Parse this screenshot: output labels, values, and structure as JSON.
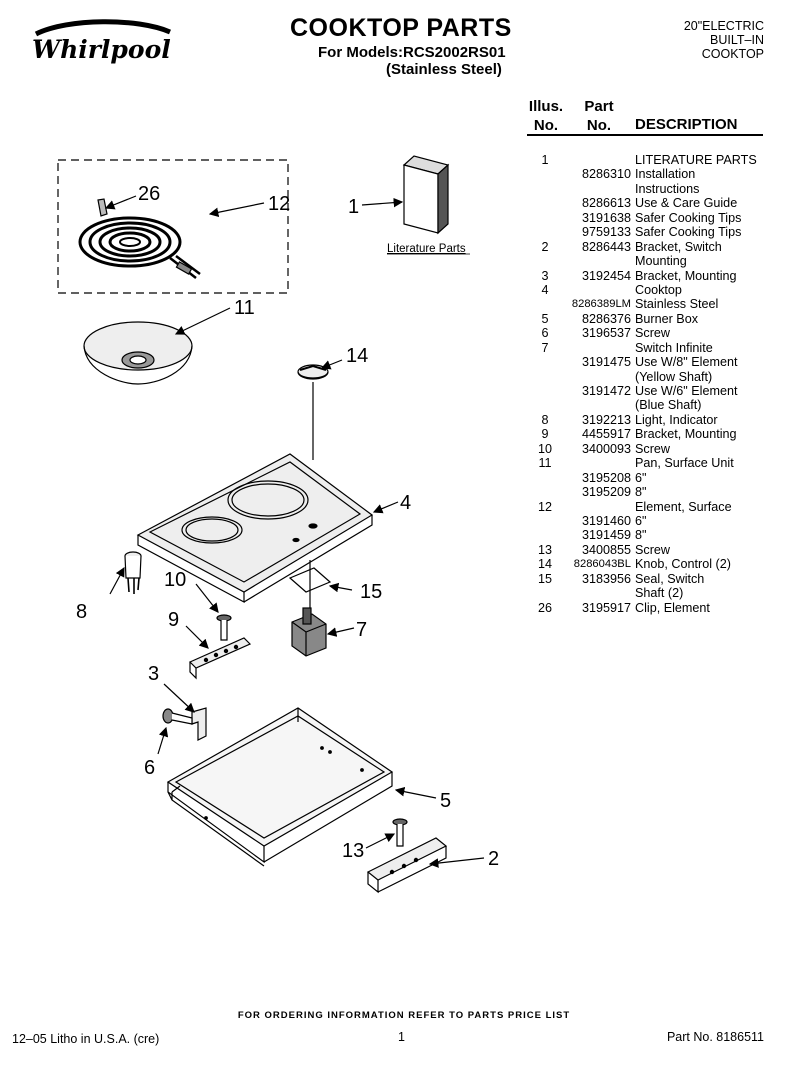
{
  "header": {
    "brand": "Whirlpool",
    "title": "COOKTOP PARTS",
    "subtitle_line1": "For Models:RCS2002RS01",
    "subtitle_line2": "(Stainless Steel)",
    "product_line1": "20\"ELECTRIC",
    "product_line2": "BUILT–IN",
    "product_line3": "COOKTOP"
  },
  "table": {
    "headers": {
      "illus_line1": "Illus.",
      "illus_line2": "No.",
      "part_line1": "Part",
      "part_line2": "No.",
      "description": "DESCRIPTION"
    },
    "rows": [
      {
        "illus": "1",
        "part": "",
        "desc": "LITERATURE PARTS"
      },
      {
        "illus": "",
        "part": "8286310",
        "desc": "Installation"
      },
      {
        "illus": "",
        "part": "",
        "desc": "Instructions"
      },
      {
        "illus": "",
        "part": "8286613",
        "desc": "Use & Care Guide"
      },
      {
        "illus": "",
        "part": "3191638",
        "desc": "Safer Cooking Tips"
      },
      {
        "illus": "",
        "part": "9759133",
        "desc": "Safer Cooking Tips"
      },
      {
        "illus": "2",
        "part": "8286443",
        "desc": "Bracket, Switch"
      },
      {
        "illus": "",
        "part": "",
        "desc": "Mounting"
      },
      {
        "illus": "3",
        "part": "3192454",
        "desc": "Bracket, Mounting"
      },
      {
        "illus": "4",
        "part": "",
        "desc": "Cooktop"
      },
      {
        "illus": "",
        "part": "8286389LM",
        "desc": "Stainless Steel",
        "small": true
      },
      {
        "illus": "5",
        "part": "8286376",
        "desc": "Burner Box"
      },
      {
        "illus": "6",
        "part": "3196537",
        "desc": "Screw"
      },
      {
        "illus": "7",
        "part": "",
        "desc": "Switch Infinite"
      },
      {
        "illus": "",
        "part": "3191475",
        "desc": "Use W/8\" Element"
      },
      {
        "illus": "",
        "part": "",
        "desc": "(Yellow Shaft)"
      },
      {
        "illus": "",
        "part": "3191472",
        "desc": "Use W/6\" Element"
      },
      {
        "illus": "",
        "part": "",
        "desc": "(Blue Shaft)"
      },
      {
        "illus": "8",
        "part": "3192213",
        "desc": "Light, Indicator"
      },
      {
        "illus": "9",
        "part": "4455917",
        "desc": "Bracket, Mounting"
      },
      {
        "illus": "10",
        "part": "3400093",
        "desc": "Screw"
      },
      {
        "illus": "11",
        "part": "",
        "desc": "Pan, Surface Unit"
      },
      {
        "illus": "",
        "part": "3195208",
        "desc": "6\""
      },
      {
        "illus": "",
        "part": "3195209",
        "desc": "8\""
      },
      {
        "illus": "12",
        "part": "",
        "desc": "Element, Surface"
      },
      {
        "illus": "",
        "part": "3191460",
        "desc": "6\""
      },
      {
        "illus": "",
        "part": "3191459",
        "desc": "8\""
      },
      {
        "illus": "13",
        "part": "3400855",
        "desc": "Screw"
      },
      {
        "illus": "14",
        "part": "8286043BL",
        "desc": "Knob, Control (2)",
        "small": true
      },
      {
        "illus": "15",
        "part": "3183956",
        "desc": "Seal, Switch"
      },
      {
        "illus": "",
        "part": "",
        "desc": "Shaft (2)"
      },
      {
        "illus": "26",
        "part": "3195917",
        "desc": "Clip, Element"
      }
    ]
  },
  "diagram": {
    "literature_label": "Literature Parts",
    "callouts": {
      "c1": "1",
      "c2": "2",
      "c3": "3",
      "c4": "4",
      "c5": "5",
      "c6": "6",
      "c7": "7",
      "c8": "8",
      "c9": "9",
      "c10": "10",
      "c11": "11",
      "c12": "12",
      "c13": "13",
      "c14": "14",
      "c15": "15",
      "c26": "26"
    }
  },
  "footer": {
    "ordering_note": "FOR ORDERING INFORMATION REFER TO PARTS PRICE LIST",
    "litho": "12–05 Litho in U.S.A. (cre)",
    "page": "1",
    "part_no": "Part No. 8186511"
  }
}
